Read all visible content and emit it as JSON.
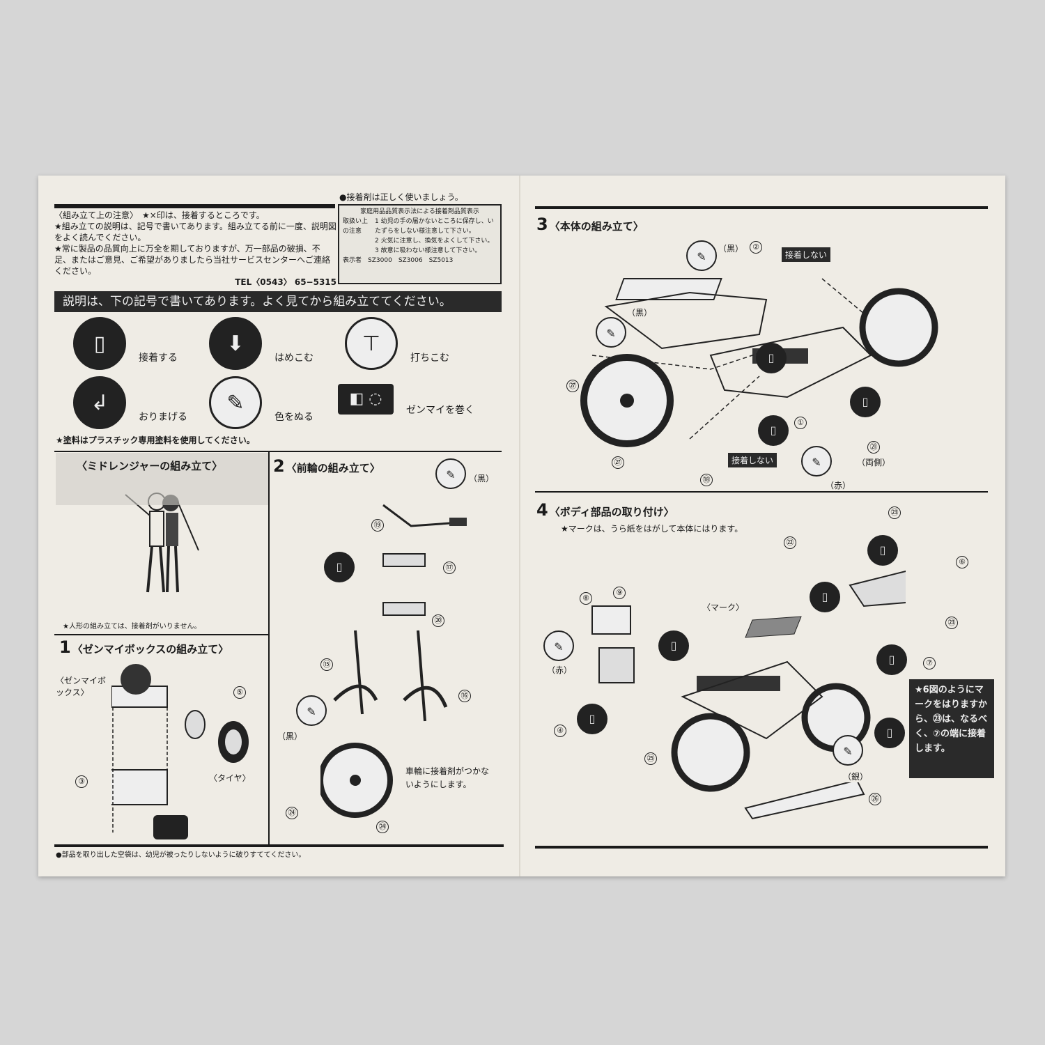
{
  "left_page": {
    "glue_note": "●接着剤は正しく使いましょう。",
    "caution_title": "〈組み立て上の注意〉",
    "caution_star1": "★×印は、接着するところです。",
    "caution_star2": "★組み立ての説明は、記号で書いてあります。組み立てる前に一度、説明図をよく読んでください。",
    "caution_star3": "★常に製品の品質向上に万全を期しておりますが、万一部品の破損、不足、またはご意見、ご希望がありましたら当社サービスセンターへご連絡ください。",
    "tel": "TEL〈0543〉 65−5315",
    "quality_box": {
      "title": "家庭用品品質表示法による接着剤品質表示",
      "label": "取扱い上の注意",
      "items": [
        "1  幼児の手の届かないところに保存し、いたずらをしない様注意して下さい。",
        "2  火気に注意し、換気をよくして下さい。",
        "3  故意に吸わない様注意して下さい。"
      ],
      "maker_label": "表示者",
      "codes": "SZ3000　SZ3006　SZ5013"
    },
    "banner": "説明は、下の記号で書いてあります。よく見てから組み立ててください。",
    "symbols": [
      {
        "icon": "glue-icon",
        "label": "接着する"
      },
      {
        "icon": "press-fit-icon",
        "label": "はめこむ"
      },
      {
        "icon": "hammer-icon",
        "label": "打ちこむ"
      },
      {
        "icon": "bend-icon",
        "label": "おりまげる"
      },
      {
        "icon": "paint-icon",
        "label": "色をぬる"
      },
      {
        "icon": "wind-up-key-icon",
        "label": "ゼンマイを巻く"
      }
    ],
    "paint_note": "★塗料はプラスチック専用塗料を使用してください。",
    "section_figure": {
      "title": "〈ミドレンジャーの組み立て〉",
      "note": "★人形の組み立ては、接着剤がいりません。"
    },
    "section1": {
      "num": "1",
      "title": "〈ゼンマイボックスの組み立て〉",
      "box_label": "〈ゼンマイボックス〉",
      "tire_label": "〈タイヤ〉",
      "parts": [
        "⑤",
        "③"
      ]
    },
    "section2": {
      "num": "2",
      "title": "〈前輪の組み立て〉",
      "black": "（黒）",
      "black2": "（黒）",
      "wheel_note": "車輪に接着剤がつかないようにします。",
      "parts": [
        "⑲",
        "⑰",
        "⑳",
        "⑮",
        "⑯",
        "㉔",
        "㉔"
      ]
    },
    "footer": "●部品を取り出した空袋は、幼児が被ったりしないように破りすててください。"
  },
  "right_page": {
    "section3": {
      "num": "3",
      "title": "〈本体の組み立て〉",
      "no_glue": "接着しない",
      "no_glue2": "接着しない",
      "black": "（黒）",
      "black2": "（黒）",
      "red": "（赤）",
      "both_sides": "（両側）",
      "parts": [
        "②",
        "㉗",
        "㉗",
        "①",
        "㉑",
        "⑱"
      ]
    },
    "section4": {
      "num": "4",
      "title": "〈ボディ部品の取り付け〉",
      "note": "★マークは、うら紙をはがして本体にはります。",
      "mark_label": "〈マーク〉",
      "red": "（赤）",
      "silver": "（銀）",
      "parts": [
        "㉓",
        "㉒",
        "⑥",
        "⑧",
        "⑨",
        "㉓",
        "⑦",
        "④",
        "㉕",
        "㉖"
      ],
      "tip": "★6図のようにマークをはりますから、㉓は、なるべく、⑦の端に接着します。"
    }
  }
}
